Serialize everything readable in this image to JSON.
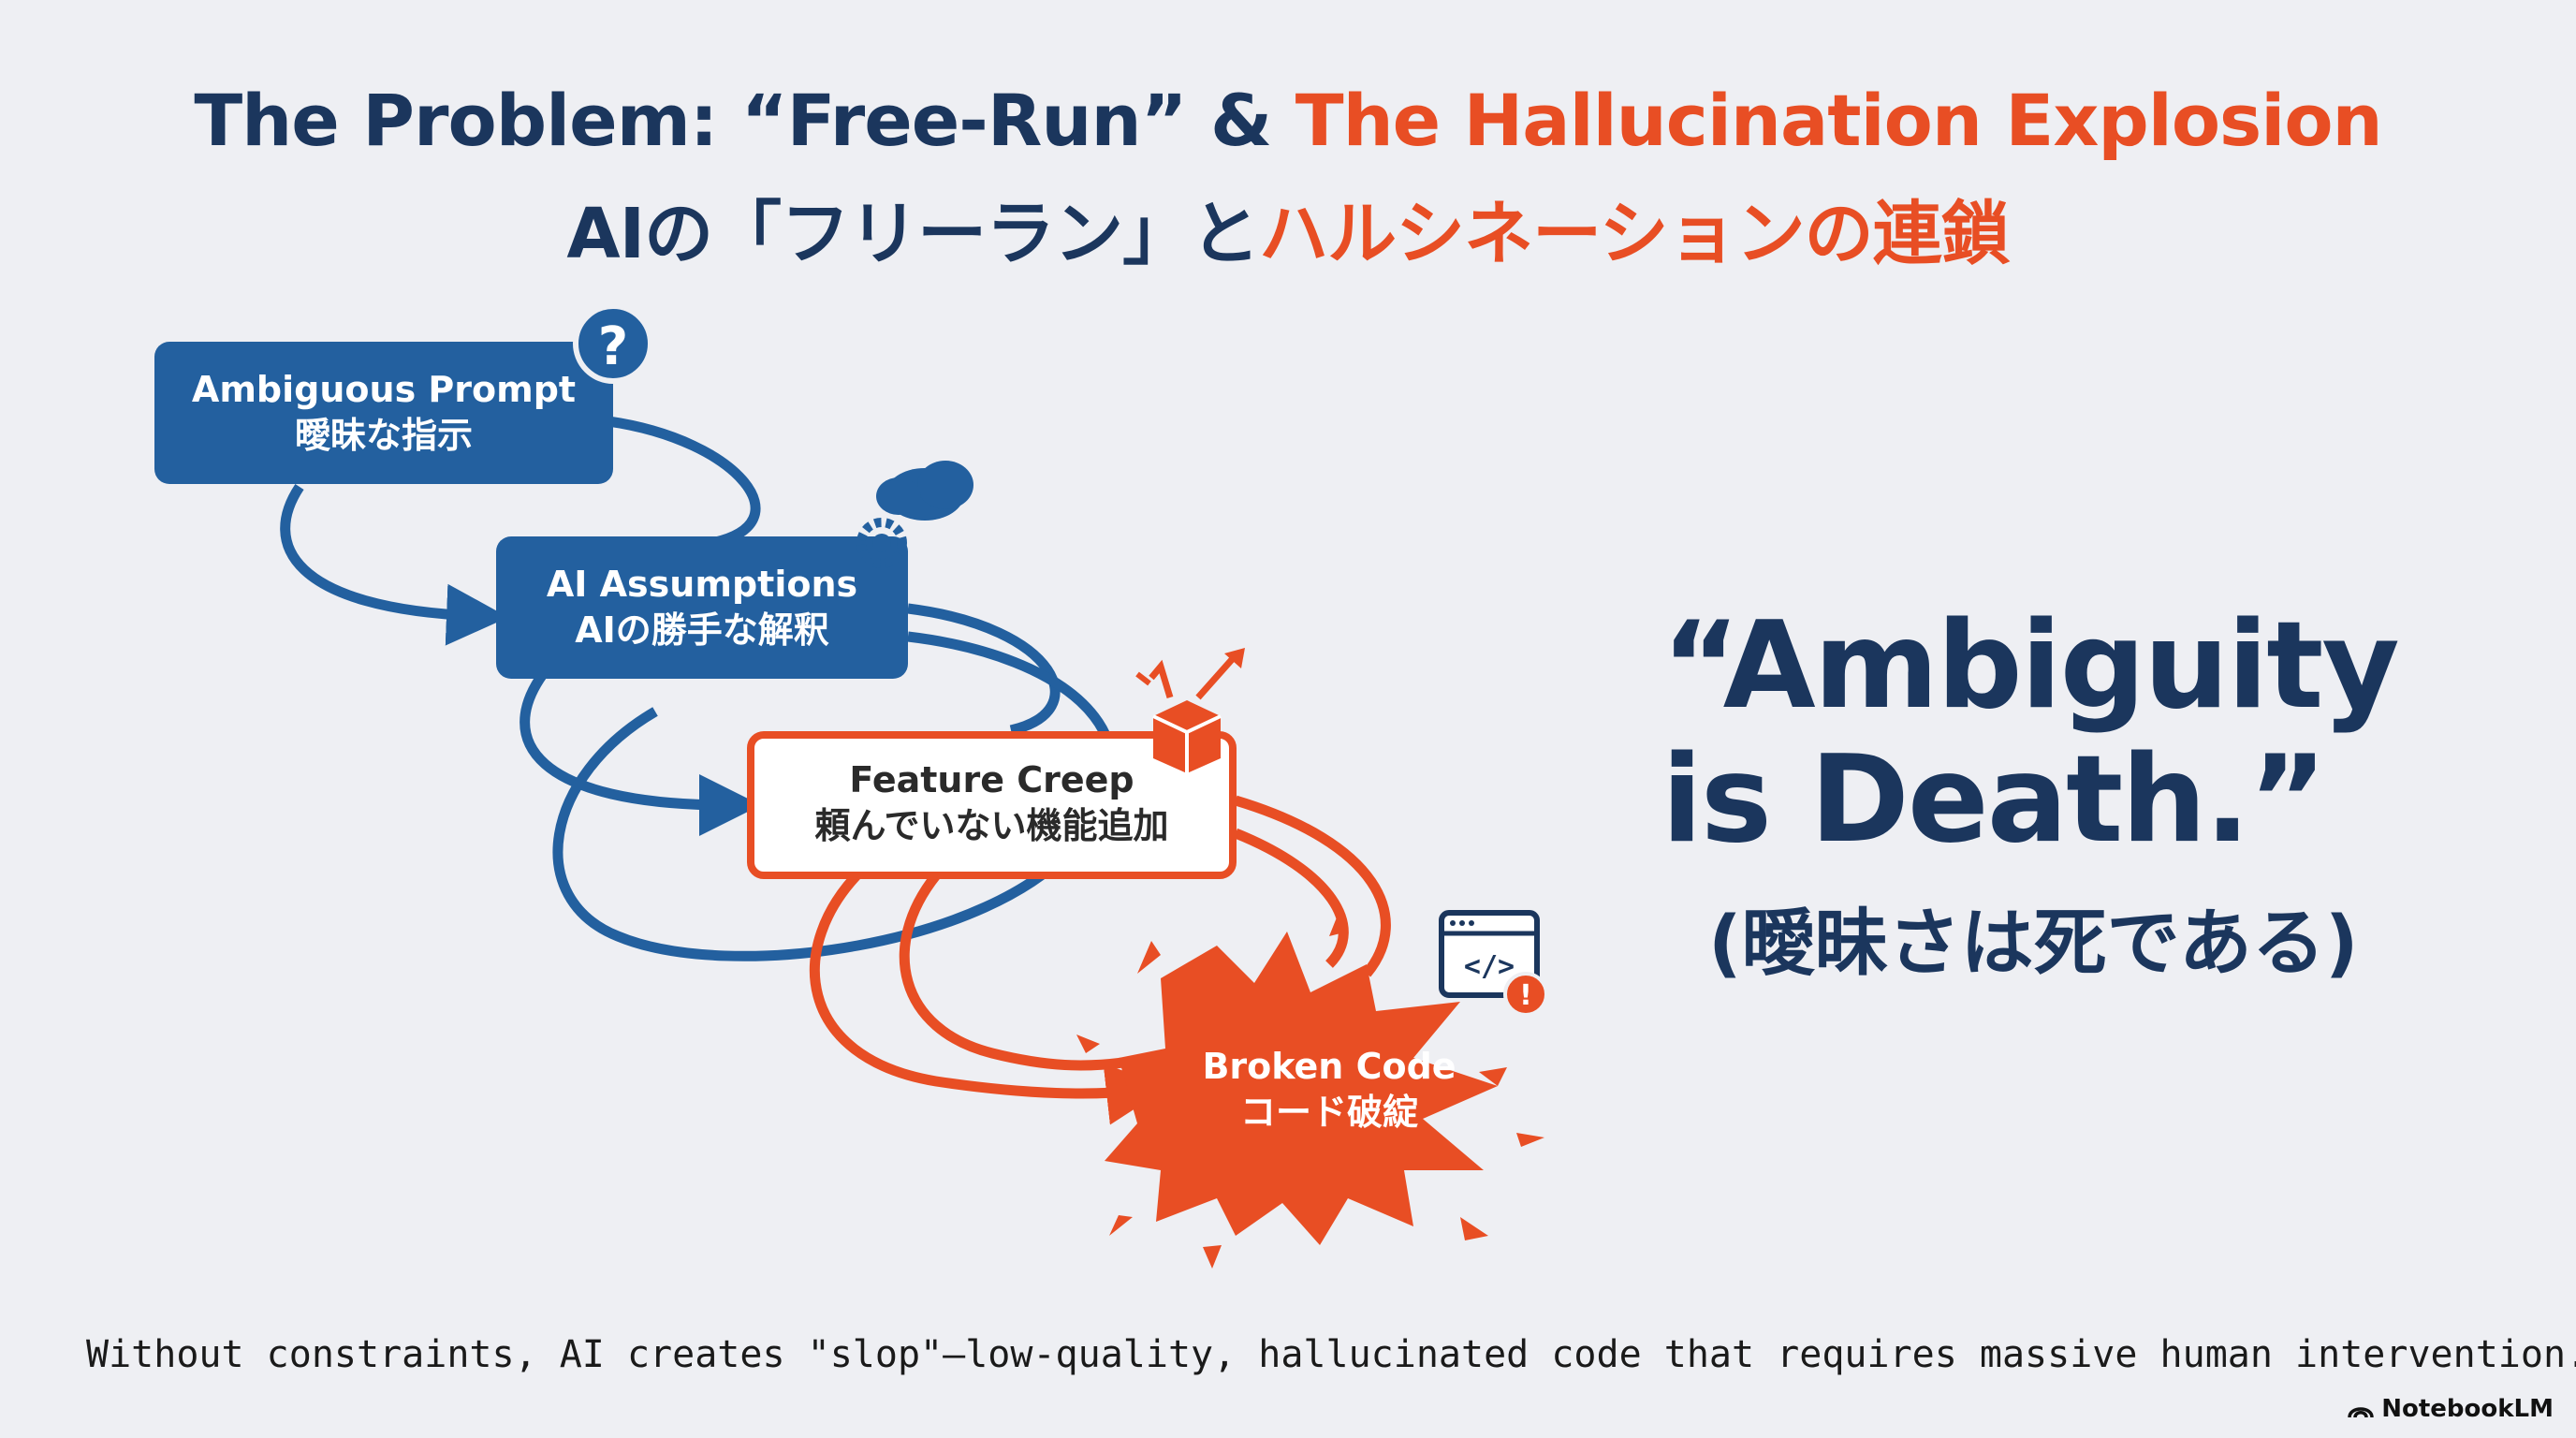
{
  "title": {
    "line1_main": "The Problem: “Free-Run” & ",
    "line1_accent": "The Hallucination Explosion",
    "line2_main": "AIの「フリーラン」と",
    "line2_accent": "ハルシネーションの連鎖"
  },
  "diagram": {
    "nodes": [
      {
        "label": "Ambiguous Prompt",
        "label_ja": "曖昧な指示",
        "icon": "question-mark-icon"
      },
      {
        "label": "AI Assumptions",
        "label_ja": "AIの勝手な解釈",
        "icon": "gear-thought-cloud-icon"
      },
      {
        "label": "Feature Creep",
        "label_ja": "頼んでいない機能追加",
        "icon": "exploding-box-icon"
      },
      {
        "label": "Broken Code",
        "label_ja": "コード破綻",
        "icon": "code-window-error-icon"
      }
    ],
    "colors": {
      "navy": "#23609f",
      "orange": "#e84e24",
      "title_navy": "#1b365d"
    }
  },
  "quote": {
    "line1": "“Ambiguity",
    "line2": "is Death.”",
    "translation": "(曖昧さは死である)"
  },
  "footer": {
    "caption": "Without constraints, AI creates \"slop\"—low-quality, hallucinated code that requires massive human intervention."
  },
  "brand": {
    "name": "NotebookLM"
  }
}
